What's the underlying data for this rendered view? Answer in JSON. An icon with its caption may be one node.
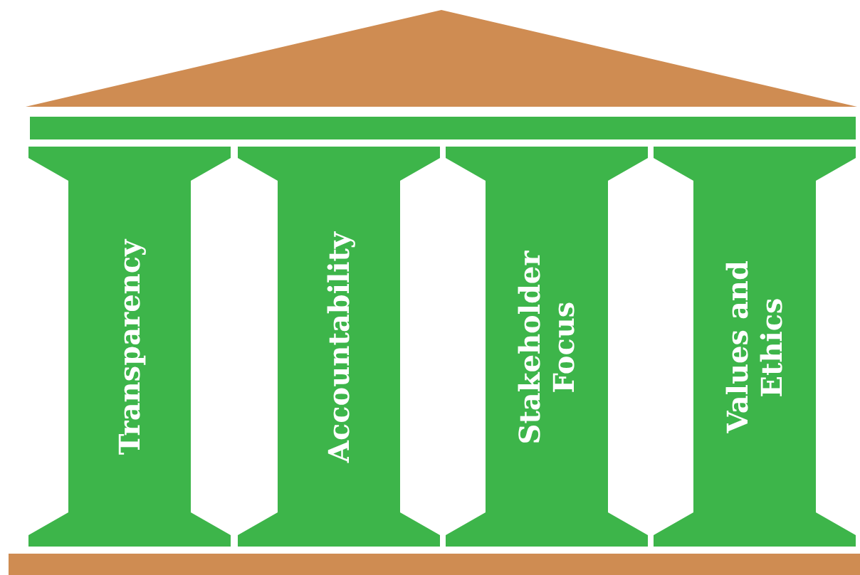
{
  "diagram": {
    "nodes": [
      {
        "text": [],
        "shape": "triangle"
      },
      {
        "text": [],
        "shape": "bar"
      },
      {
        "text": [
          "Transparency"
        ]
      },
      {
        "text": [
          "Accountability"
        ]
      },
      {
        "text": [
          "Stakeholder Focus"
        ]
      },
      {
        "text": [
          "Values and Ethics"
        ]
      },
      {
        "text": [],
        "shape": "bar"
      }
    ]
  }
}
